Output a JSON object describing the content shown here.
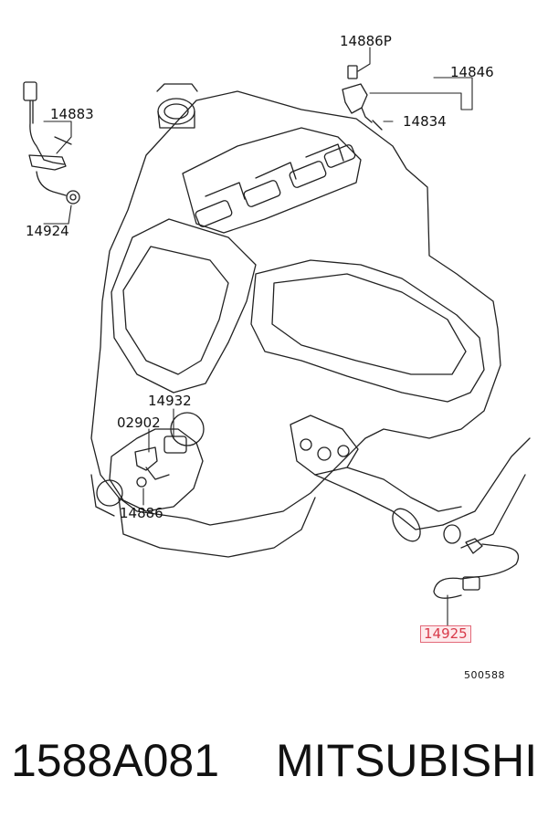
{
  "diagram": {
    "labels": {
      "p14886P": "14886P",
      "p14846": "14846",
      "p14834": "14834",
      "p14883": "14883",
      "p14924": "14924",
      "p14932": "14932",
      "p02902": "02902",
      "p14886": "14886",
      "p14925": "14925"
    },
    "highlighted_part": "14925",
    "highlight_color": "#e36a7a",
    "drawing_number": "500588"
  },
  "caption": {
    "part_number": "1588A081",
    "brand": "MITSUBISHI"
  }
}
